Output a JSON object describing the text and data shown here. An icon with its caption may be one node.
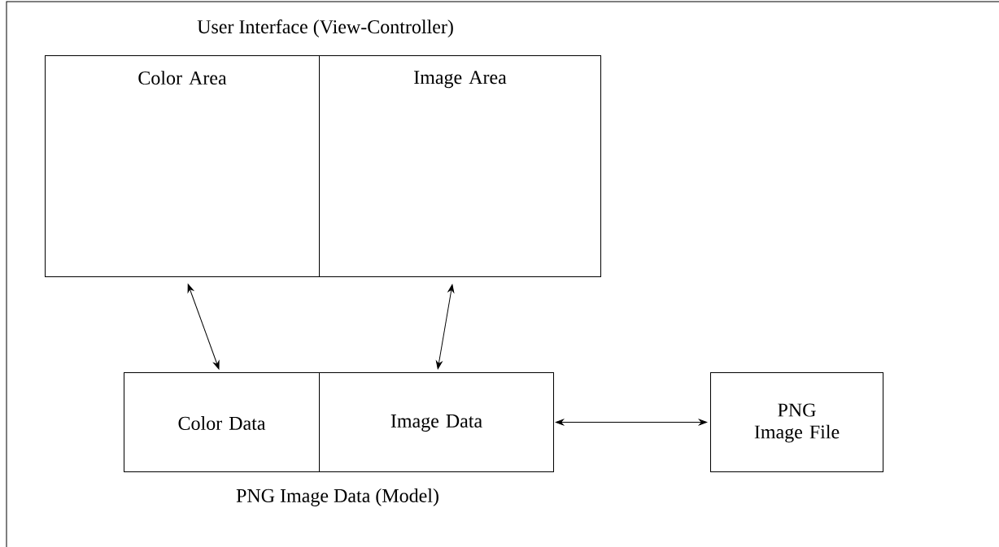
{
  "diagram": {
    "nodes": [
      {
        "text": [
          "Color Area"
        ]
      },
      {
        "text": [
          "Image Area"
        ]
      },
      {
        "text": [
          "Color Data"
        ]
      },
      {
        "text": [
          "Image Data"
        ]
      },
      {
        "text": [
          "PNG Image File"
        ]
      }
    ],
    "edges": [
      {
        "from": 0,
        "to": 2,
        "arrow": "both"
      },
      {
        "from": 1,
        "to": 3,
        "arrow": "both"
      },
      {
        "from": 3,
        "to": 4,
        "arrow": "both"
      }
    ],
    "labels": [
      "User Interface (View-Controller)",
      "PNG Image Data (Model)"
    ]
  }
}
